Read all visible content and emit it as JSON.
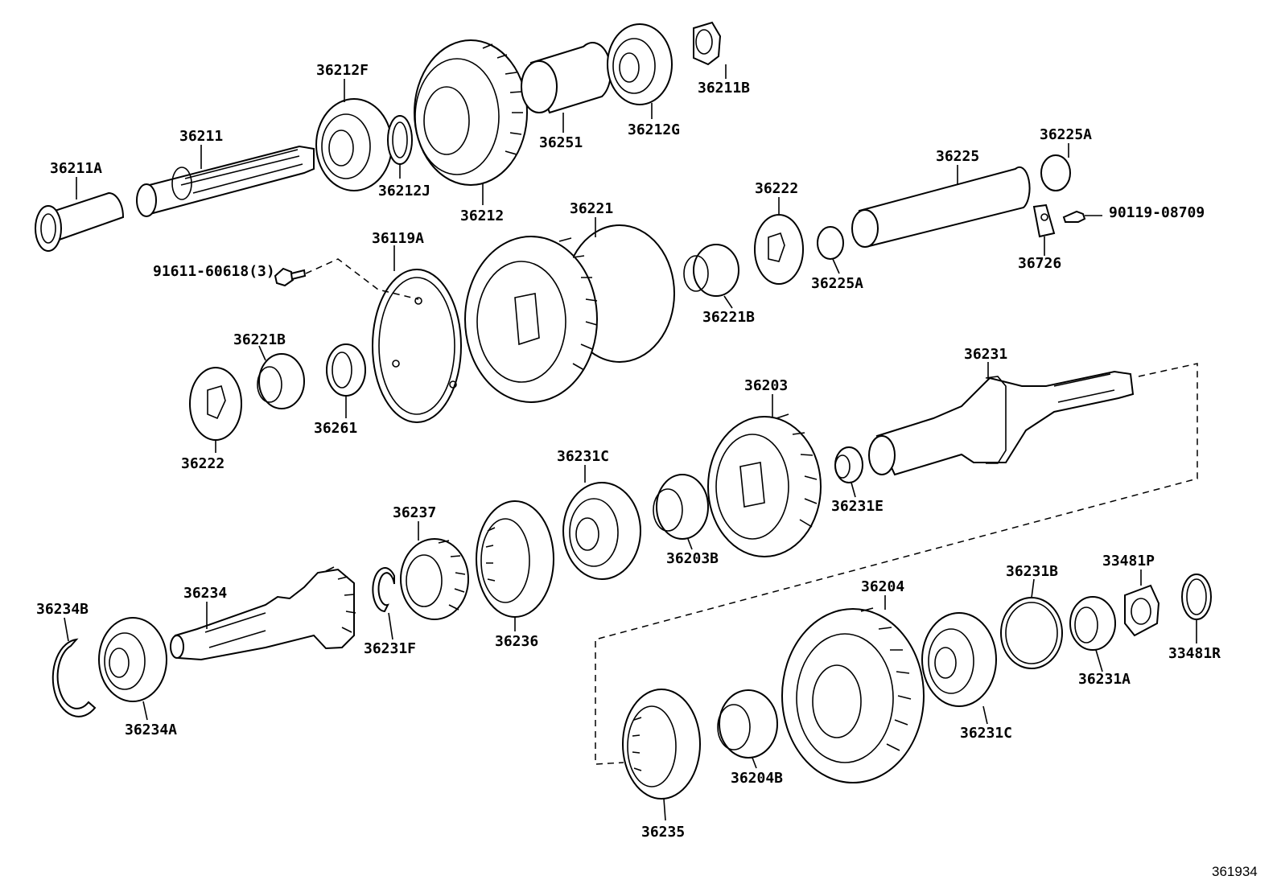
{
  "diagram": {
    "reference_number": "361934",
    "labels": {
      "p36211A": "36211A",
      "p36211": "36211",
      "p36212F": "36212F",
      "p36212J": "36212J",
      "p36212": "36212",
      "p36251": "36251",
      "p36212G": "36212G",
      "p36211B": "36211B",
      "p36225A_top": "36225A",
      "p36225": "36225",
      "p90119": "90119-08709",
      "p36726": "36726",
      "p36225A_bot": "36225A",
      "p36222_top": "36222",
      "p36221": "36221",
      "p36221B_top": "36221B",
      "p36119A": "36119A",
      "p91611": "91611-60618(3)",
      "p36221B_left": "36221B",
      "p36261": "36261",
      "p36222_left": "36222",
      "p36231": "36231",
      "p36203": "36203",
      "p36231E": "36231E",
      "p36231C_mid": "36231C",
      "p36203B": "36203B",
      "p36237": "36237",
      "p36236": "36236",
      "p36231F": "36231F",
      "p36234": "36234",
      "p36234B": "36234B",
      "p36234A": "36234A",
      "p36204": "36204",
      "p36231B": "36231B",
      "p33481P": "33481P",
      "p33481R": "33481R",
      "p36231A": "36231A",
      "p36231C_bot": "36231C",
      "p36204B": "36204B",
      "p36235": "36235"
    }
  }
}
